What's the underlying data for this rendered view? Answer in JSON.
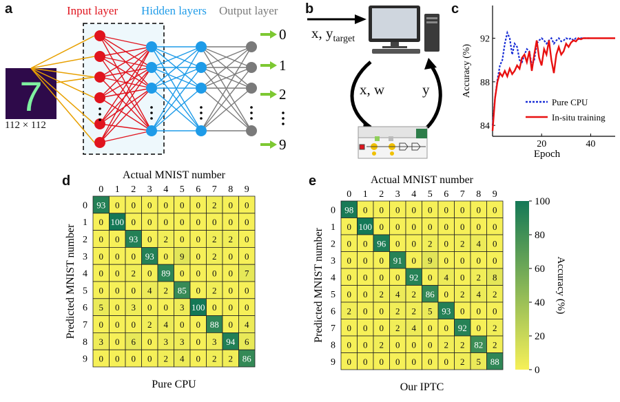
{
  "panel_a": {
    "label": "a",
    "layer_titles": {
      "input": "Input layer",
      "hidden": "Hidden layers",
      "output": "Output layer"
    },
    "image_size_label": "112 × 112",
    "digit_shown": "7",
    "outputs": [
      "0",
      "1",
      "2",
      "⋮",
      "9"
    ],
    "colors": {
      "input": "#e0141e",
      "hidden": "#1e9be8",
      "output": "#7a7a7a",
      "arrow": "#7dc832",
      "line_in": "#e8a000"
    }
  },
  "panel_b": {
    "label": "b",
    "input_text": "x, y",
    "input_sub": "target",
    "left_arrow_text": "x, w",
    "right_arrow_text": "y"
  },
  "panel_c": {
    "label": "c"
  },
  "panel_d": {
    "label": "d",
    "caption": "Pure CPU"
  },
  "panel_e": {
    "label": "e",
    "caption": "Our IPTC"
  },
  "chart_data": [
    {
      "type": "line",
      "xlabel": "Epoch",
      "ylabel": "Accuracy (%)",
      "xlim": [
        0,
        50
      ],
      "ylim": [
        83,
        95
      ],
      "xticks": [
        20,
        40
      ],
      "yticks": [
        84,
        88,
        92
      ],
      "legend": "bottom-right",
      "series": [
        {
          "name": "Pure CPU",
          "color": "#1a2fd6",
          "style": "dotted",
          "x": [
            0,
            1,
            2,
            3,
            4,
            5,
            6,
            7,
            8,
            9,
            10,
            11,
            12,
            13,
            14,
            15,
            16,
            17,
            18,
            19,
            20,
            21,
            22,
            23,
            24,
            25,
            26,
            27,
            28,
            29,
            30,
            31,
            32,
            33,
            34,
            35,
            36,
            37,
            38,
            39,
            40
          ],
          "y": [
            84,
            86.5,
            88.2,
            89.5,
            90.0,
            91.5,
            92.5,
            92.0,
            90.5,
            91.5,
            91.2,
            90.0,
            89.8,
            90.5,
            91.0,
            90.8,
            89.5,
            90.0,
            91.5,
            91.8,
            92.0,
            91.8,
            91.5,
            91.8,
            92.0,
            91.5,
            91.8,
            92.0,
            91.7,
            91.8,
            92.0,
            91.9,
            92.0,
            91.8,
            92.0,
            91.9,
            92.0,
            92.0,
            92.0,
            92.0,
            92.0
          ]
        },
        {
          "name": "In-situ training",
          "color": "#e81010",
          "style": "solid",
          "x": [
            0,
            1,
            2,
            3,
            4,
            5,
            6,
            7,
            8,
            9,
            10,
            11,
            12,
            13,
            14,
            15,
            16,
            17,
            18,
            19,
            20,
            21,
            22,
            23,
            24,
            25,
            26,
            27,
            28,
            29,
            30,
            31,
            32,
            33,
            34,
            35,
            36,
            37,
            38,
            39,
            40,
            42,
            44,
            46,
            48,
            50
          ],
          "y": [
            83.5,
            86.5,
            88.0,
            88.8,
            88.5,
            89.0,
            88.5,
            89.2,
            88.7,
            89.0,
            89.5,
            89.2,
            90.2,
            90.5,
            89.8,
            90.8,
            89.0,
            90.5,
            91.8,
            90.2,
            89.5,
            91.0,
            90.5,
            91.8,
            90.0,
            88.8,
            90.5,
            91.2,
            90.5,
            90.8,
            91.5,
            91.2,
            91.6,
            91.8,
            91.7,
            92.0,
            91.9,
            92.0,
            92.0,
            92.0,
            92.0,
            92.0,
            92.0,
            92.0,
            92.0,
            92.0
          ]
        }
      ]
    },
    {
      "type": "heatmap",
      "title": "Actual MNIST number",
      "ylabel": "Predicted MNIST number",
      "xlabel": "Pure CPU",
      "categories": [
        "0",
        "1",
        "2",
        "3",
        "4",
        "5",
        "6",
        "7",
        "8",
        "9"
      ],
      "values": [
        [
          93,
          0,
          0,
          0,
          0,
          0,
          0,
          2,
          0,
          0
        ],
        [
          0,
          100,
          0,
          0,
          0,
          0,
          0,
          0,
          0,
          0
        ],
        [
          0,
          0,
          93,
          0,
          2,
          0,
          0,
          2,
          2,
          0
        ],
        [
          0,
          0,
          0,
          93,
          0,
          9,
          0,
          2,
          0,
          0
        ],
        [
          0,
          0,
          2,
          0,
          89,
          0,
          0,
          0,
          0,
          7
        ],
        [
          0,
          0,
          0,
          4,
          2,
          85,
          0,
          2,
          0,
          0
        ],
        [
          5,
          0,
          3,
          0,
          0,
          3,
          100,
          0,
          0,
          0
        ],
        [
          0,
          0,
          0,
          2,
          4,
          0,
          0,
          88,
          0,
          4
        ],
        [
          3,
          0,
          6,
          0,
          3,
          3,
          0,
          3,
          94,
          6
        ],
        [
          0,
          0,
          0,
          0,
          2,
          4,
          0,
          2,
          2,
          86
        ]
      ]
    },
    {
      "type": "heatmap",
      "title": "Actual MNIST number",
      "ylabel": "Predicted MNIST number",
      "xlabel": "Our IPTC",
      "colorbar_label": "Accuracy (%)",
      "colorbar_ticks": [
        "0",
        "20",
        "40",
        "60",
        "80",
        "100"
      ],
      "categories": [
        "0",
        "1",
        "2",
        "3",
        "4",
        "5",
        "6",
        "7",
        "8",
        "9"
      ],
      "values": [
        [
          98,
          0,
          0,
          0,
          0,
          0,
          0,
          0,
          0,
          0
        ],
        [
          0,
          100,
          0,
          0,
          0,
          0,
          0,
          0,
          0,
          0
        ],
        [
          0,
          0,
          96,
          0,
          0,
          2,
          0,
          2,
          4,
          0
        ],
        [
          0,
          0,
          0,
          91,
          0,
          9,
          0,
          0,
          0,
          0
        ],
        [
          0,
          0,
          0,
          0,
          92,
          0,
          4,
          0,
          2,
          8
        ],
        [
          0,
          0,
          2,
          4,
          2,
          86,
          0,
          2,
          4,
          2
        ],
        [
          2,
          0,
          0,
          2,
          2,
          5,
          93,
          0,
          0,
          0
        ],
        [
          0,
          0,
          0,
          2,
          4,
          0,
          0,
          92,
          0,
          2
        ],
        [
          0,
          0,
          2,
          0,
          0,
          0,
          2,
          2,
          82,
          2
        ],
        [
          0,
          0,
          0,
          0,
          0,
          0,
          0,
          2,
          5,
          88
        ]
      ]
    }
  ]
}
